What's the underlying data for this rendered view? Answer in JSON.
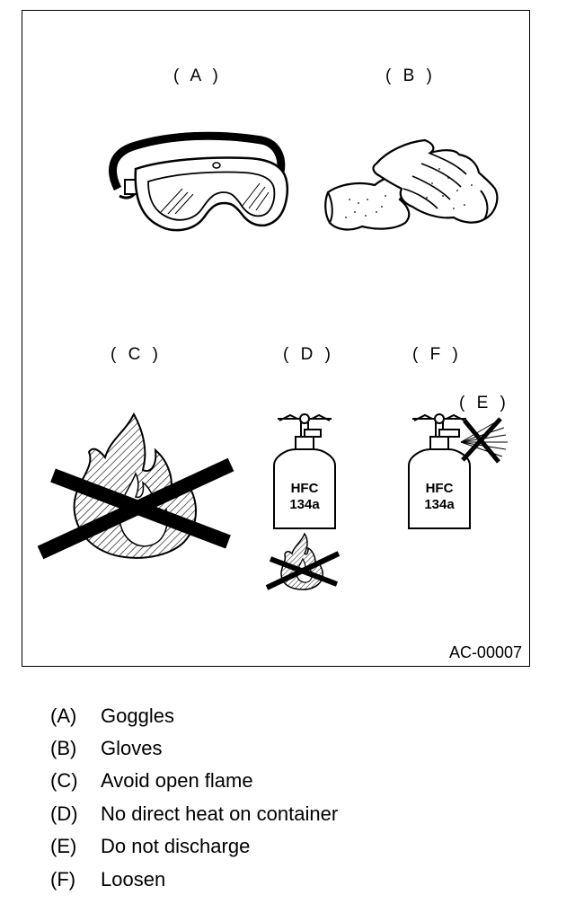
{
  "figure": {
    "labels": {
      "a": "( A )",
      "b": "( B )",
      "c": "( C )",
      "d": "( D )",
      "e": "( E )",
      "f": "( F )"
    },
    "cylinder_text": {
      "d_line1": "HFC",
      "d_line2": "134a",
      "f_line1": "HFC",
      "f_line2": "134a"
    },
    "code": "AC-00007"
  },
  "legend": [
    {
      "key": "(A)",
      "text": "Goggles"
    },
    {
      "key": "(B)",
      "text": "Gloves"
    },
    {
      "key": "(C)",
      "text": "Avoid open flame"
    },
    {
      "key": "(D)",
      "text": "No direct heat on container"
    },
    {
      "key": "(E)",
      "text": "Do not discharge"
    },
    {
      "key": "(F)",
      "text": "Loosen"
    }
  ]
}
